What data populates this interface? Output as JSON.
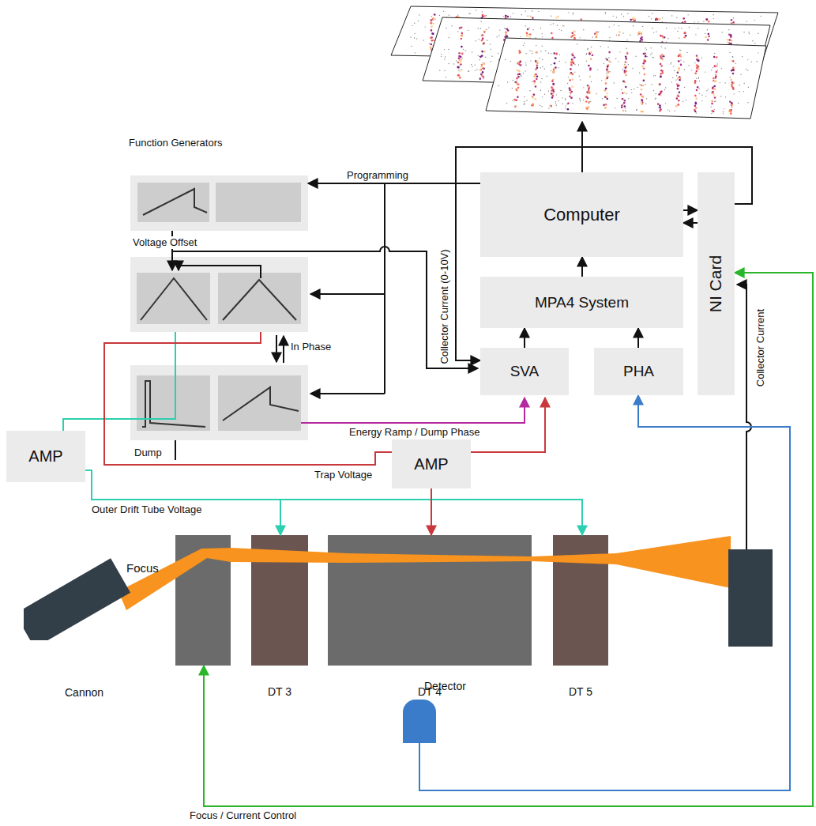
{
  "diagram": {
    "nodes": [
      {
        "text": [
          "Function Generators"
        ]
      },
      {
        "text": [
          "Computer"
        ]
      },
      {
        "text": [
          "MPA4 System"
        ]
      },
      {
        "text": [
          "NI Card"
        ]
      },
      {
        "text": [
          "SVA"
        ]
      },
      {
        "text": [
          "PHA"
        ]
      },
      {
        "text": [
          "AMP"
        ]
      },
      {
        "text": [
          "AMP"
        ]
      },
      {
        "text": [
          "Focus"
        ]
      },
      {
        "text": [
          "DT 3"
        ]
      },
      {
        "text": [
          "DT 4"
        ]
      },
      {
        "text": [
          "DT 5"
        ]
      },
      {
        "text": [
          "Detector"
        ]
      },
      {
        "text": [
          "Cannon"
        ]
      }
    ],
    "edges": [
      {
        "from": 1,
        "to": 0,
        "arrow": "to",
        "label": "Programming"
      },
      {
        "from": 2,
        "to": 1,
        "arrow": "to"
      },
      {
        "from": 4,
        "to": 2,
        "arrow": "to"
      },
      {
        "from": 5,
        "to": 2,
        "arrow": "to"
      },
      {
        "from": 1,
        "to": 3,
        "arrow": "to"
      },
      {
        "from": 3,
        "to": 1,
        "arrow": "to"
      },
      {
        "from": 3,
        "to": 4,
        "arrow": "to",
        "label": "Collector Current (0-10V)"
      },
      {
        "from": 12,
        "to": 5,
        "arrow": "to"
      },
      {
        "from": 3,
        "to": 8,
        "arrow": "both",
        "label": "Focus / Current Control"
      },
      {
        "from": 6,
        "to": 9,
        "arrow": "to",
        "label": "Outer Drift Tube Voltage"
      },
      {
        "from": 6,
        "to": 11,
        "arrow": "to"
      },
      {
        "from": 7,
        "to": 10,
        "arrow": "to"
      }
    ],
    "labels": [
      "Voltage Offset",
      "In Phase",
      "Dump",
      "Energy Ramp / Dump Phase",
      "Trap Voltage",
      "Collector Current"
    ]
  }
}
